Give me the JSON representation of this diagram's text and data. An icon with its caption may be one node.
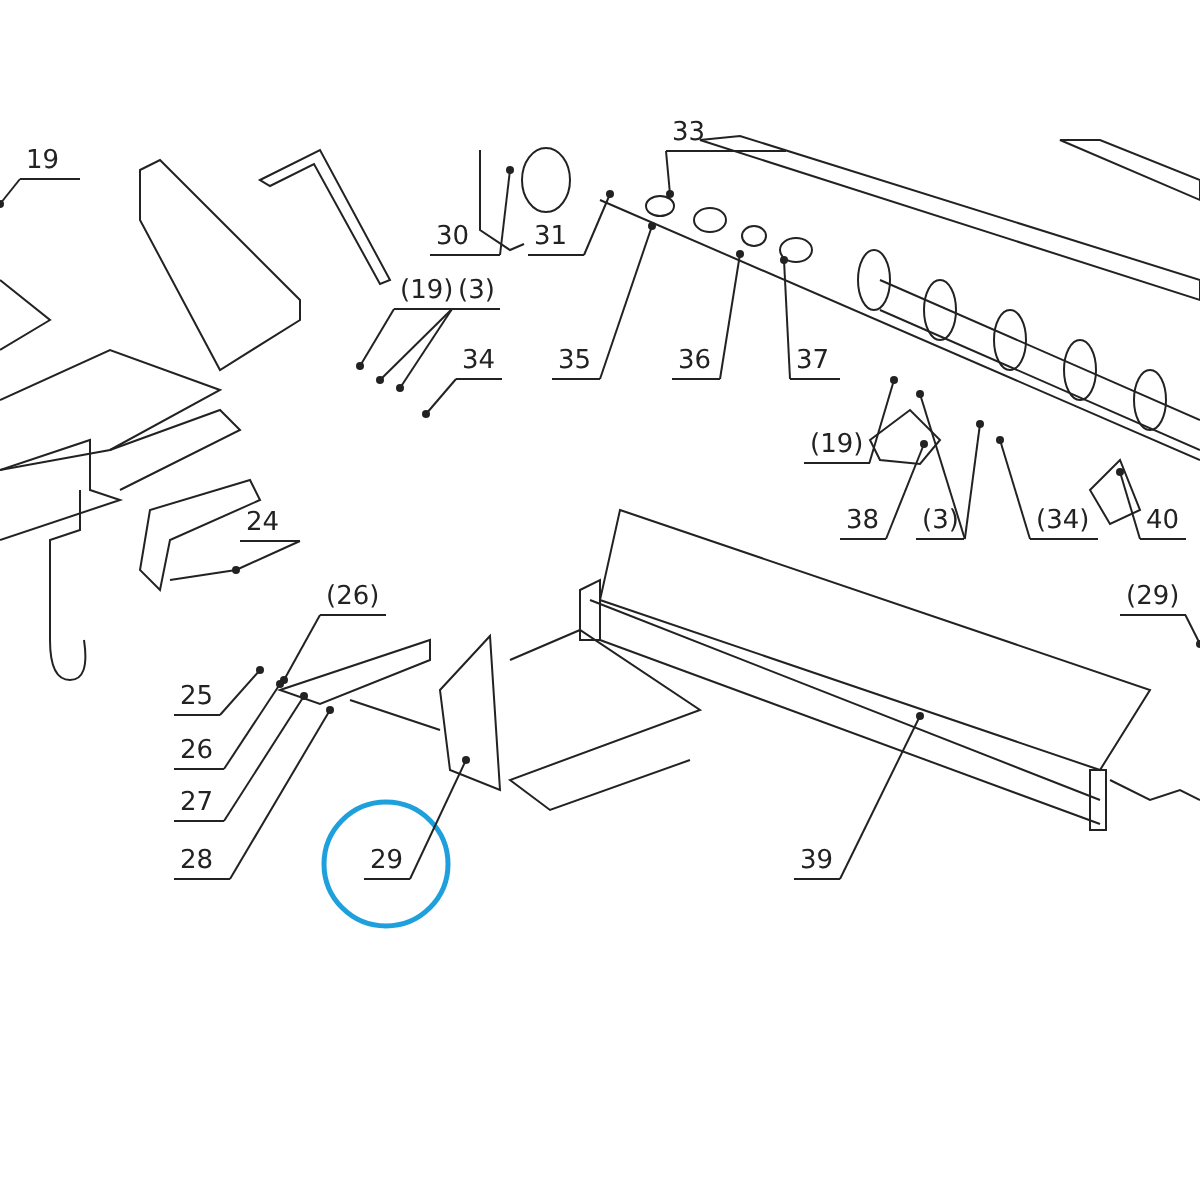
{
  "diagram": {
    "nodes": [
      {
        "text": [
          "19"
        ]
      },
      {
        "text": [
          "30"
        ]
      },
      {
        "text": [
          "31"
        ]
      },
      {
        "text": [
          "33"
        ]
      },
      {
        "text": [
          "(19)"
        ]
      },
      {
        "text": [
          "(3)"
        ]
      },
      {
        "text": [
          "34"
        ]
      },
      {
        "text": [
          "35"
        ]
      },
      {
        "text": [
          "36"
        ]
      },
      {
        "text": [
          "37"
        ]
      },
      {
        "text": [
          "(19)"
        ]
      },
      {
        "text": [
          "38"
        ]
      },
      {
        "text": [
          "(3)"
        ]
      },
      {
        "text": [
          "(34)"
        ]
      },
      {
        "text": [
          "40"
        ]
      },
      {
        "text": [
          "24"
        ]
      },
      {
        "text": [
          "(26)"
        ]
      },
      {
        "text": [
          "25"
        ]
      },
      {
        "text": [
          "26"
        ]
      },
      {
        "text": [
          "27"
        ]
      },
      {
        "text": [
          "28"
        ]
      },
      {
        "text": [
          "29"
        ]
      },
      {
        "text": [
          "39"
        ]
      },
      {
        "text": [
          "(29)"
        ]
      }
    ],
    "edges": [
      {
        "from": 0,
        "to": null,
        "arrow": "other"
      },
      {
        "from": 1,
        "to": null,
        "arrow": "other"
      },
      {
        "from": 2,
        "to": null,
        "arrow": "other"
      },
      {
        "from": 3,
        "to": null,
        "arrow": "other"
      },
      {
        "from": 4,
        "to": null,
        "arrow": "other"
      },
      {
        "from": 5,
        "to": null,
        "arrow": "other"
      },
      {
        "from": 5,
        "to": null,
        "arrow": "other"
      },
      {
        "from": 6,
        "to": null,
        "arrow": "other"
      },
      {
        "from": 7,
        "to": null,
        "arrow": "other"
      },
      {
        "from": 8,
        "to": null,
        "arrow": "other"
      },
      {
        "from": 9,
        "to": null,
        "arrow": "other"
      },
      {
        "from": 10,
        "to": null,
        "arrow": "other"
      },
      {
        "from": 11,
        "to": null,
        "arrow": "other"
      },
      {
        "from": 12,
        "to": null,
        "arrow": "other"
      },
      {
        "from": 12,
        "to": null,
        "arrow": "other"
      },
      {
        "from": 13,
        "to": null,
        "arrow": "other"
      },
      {
        "from": 14,
        "to": null,
        "arrow": "other"
      },
      {
        "from": 15,
        "to": null,
        "arrow": "other"
      },
      {
        "from": 16,
        "to": null,
        "arrow": "other"
      },
      {
        "from": 17,
        "to": null,
        "arrow": "other"
      },
      {
        "from": 18,
        "to": null,
        "arrow": "other"
      },
      {
        "from": 19,
        "to": null,
        "arrow": "other"
      },
      {
        "from": 20,
        "to": null,
        "arrow": "other"
      },
      {
        "from": 21,
        "to": null,
        "arrow": "other"
      },
      {
        "from": 22,
        "to": null,
        "arrow": "other"
      },
      {
        "from": 23,
        "to": null,
        "arrow": "other"
      }
    ]
  }
}
